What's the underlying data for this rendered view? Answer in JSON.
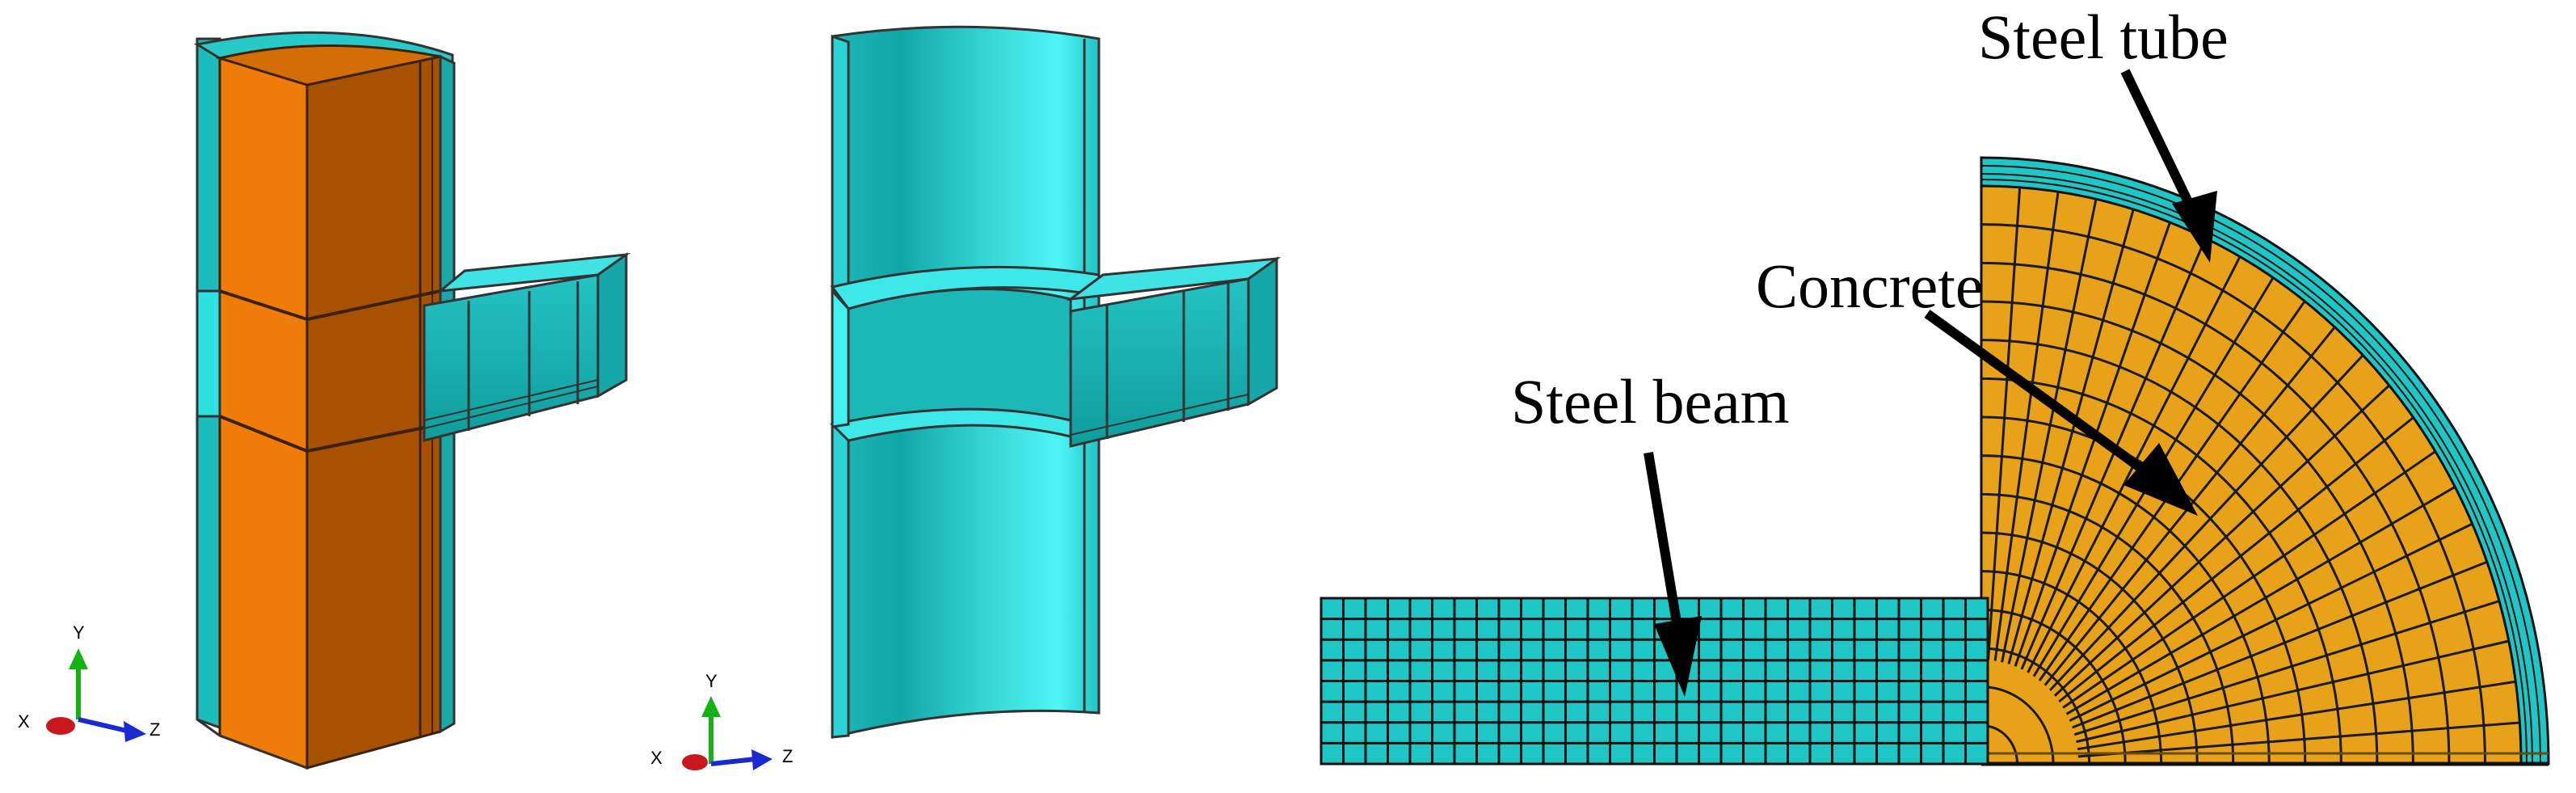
{
  "labels": {
    "steel_tube": "Steel tube",
    "concrete": "Concrete",
    "steel_beam": "Steel beam"
  },
  "axis_triad": {
    "x": "X",
    "y": "Y",
    "z": "Z"
  },
  "colors": {
    "steel": "#1fc6c6",
    "steel_light": "#3fe3e3",
    "steel_dark": "#0f9a9a",
    "concrete_front": "#ef7c08",
    "concrete_side": "#a65200",
    "mesh_concrete": "#e7a21a",
    "mesh_line": "#222222",
    "triad_y": "#15b215",
    "triad_z": "#1b2ad0",
    "triad_x": "#c9181d"
  },
  "icons": [
    "axis-triad-icon",
    "arrow-icon"
  ]
}
